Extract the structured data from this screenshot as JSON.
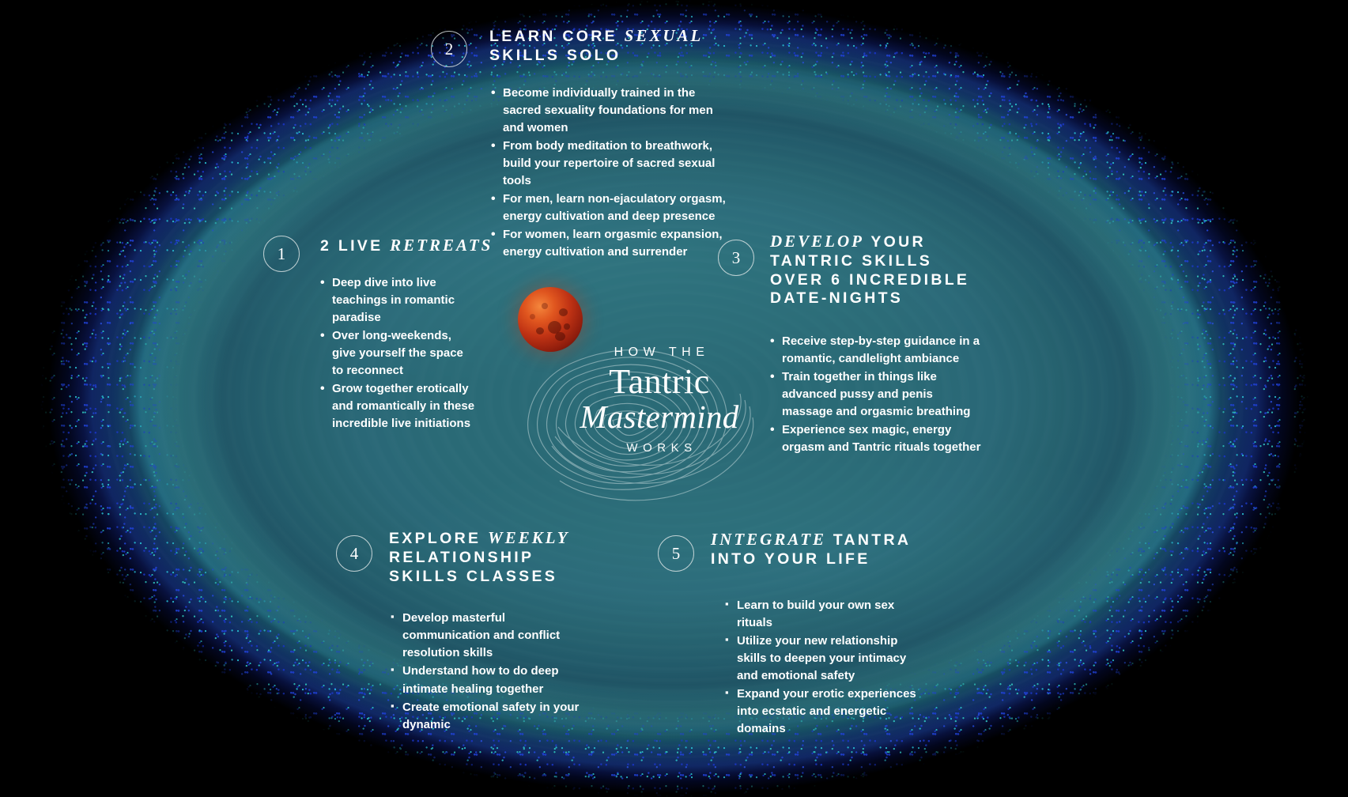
{
  "logo": {
    "eyebrow": "HOW THE",
    "word1": "Tantric",
    "word2": "Mastermind",
    "footer": "WORKS",
    "moon_icon": "blood-moon-icon",
    "contour_icon": "topographic-contour-icon"
  },
  "colors": {
    "background": "#000000",
    "oval_teal": "#2a6a76",
    "rim_green": "#238c7d",
    "rim_blue": "#1e3cd0",
    "text": "#ffffff",
    "moon_red": "#c03314"
  },
  "sections": [
    {
      "number": "1",
      "heading_parts": [
        {
          "text": "2 LIVE ",
          "italic": false
        },
        {
          "text": "RETREATS",
          "italic": true
        }
      ],
      "heading_plain": "2 LIVE RETREATS",
      "bullet_style": "round",
      "bullets": [
        "Deep dive into live teachings in romantic paradise",
        "Over long-weekends, give yourself the space to reconnect",
        "Grow together erotically and romantically in these incredible live initiations"
      ]
    },
    {
      "number": "2",
      "heading_parts": [
        {
          "text": "LEARN CORE ",
          "italic": false
        },
        {
          "text": "SEXUAL",
          "italic": true
        },
        {
          "text": " SKILLS SOLO",
          "italic": false
        }
      ],
      "heading_plain": "LEARN CORE SEXUAL SKILLS SOLO",
      "bullet_style": "round",
      "bullets": [
        "Become individually trained in the sacred sexuality foundations for men and women",
        "From body meditation to breathwork, build your repertoire of sacred sexual tools",
        " For men, learn non-ejaculatory orgasm, energy cultivation and deep presence",
        "For women, learn orgasmic expansion, energy cultivation and surrender"
      ]
    },
    {
      "number": "3",
      "heading_parts": [
        {
          "text": "DEVELOP",
          "italic": true
        },
        {
          "text": " YOUR TANTRIC SKILLS OVER 6 INCREDIBLE DATE-NIGHTS",
          "italic": false
        }
      ],
      "heading_plain": "DEVELOP YOUR TANTRIC SKILLS OVER 6 INCREDIBLE DATE-NIGHTS",
      "bullet_style": "round",
      "bullets": [
        "Receive step-by-step guidance in a romantic, candlelight ambiance",
        "Train together in things like advanced pussy and penis massage and orgasmic breathing",
        "Experience sex magic, energy orgasm and Tantric rituals together"
      ]
    },
    {
      "number": "4",
      "heading_parts": [
        {
          "text": "EXPLORE ",
          "italic": false
        },
        {
          "text": "WEEKLY",
          "italic": true
        },
        {
          "text": " RELATIONSHIP SKILLS CLASSES",
          "italic": false
        }
      ],
      "heading_plain": "EXPLORE WEEKLY RELATIONSHIP SKILLS CLASSES",
      "bullet_style": "square",
      "bullets": [
        "Develop masterful communication and conflict resolution skills",
        "Understand how to do deep intimate healing together",
        "Create emotional safety in your dynamic"
      ]
    },
    {
      "number": "5",
      "heading_parts": [
        {
          "text": "INTEGRATE",
          "italic": true
        },
        {
          "text": " TANTRA INTO YOUR LIFE",
          "italic": false
        }
      ],
      "heading_plain": "INTEGRATE TANTRA INTO YOUR LIFE",
      "bullet_style": "square",
      "bullets": [
        "Learn to build your own sex rituals",
        "Utilize your new relationship skills to deepen your intimacy and emotional safety",
        "Expand your erotic experiences into ecstatic and energetic domains"
      ]
    }
  ]
}
